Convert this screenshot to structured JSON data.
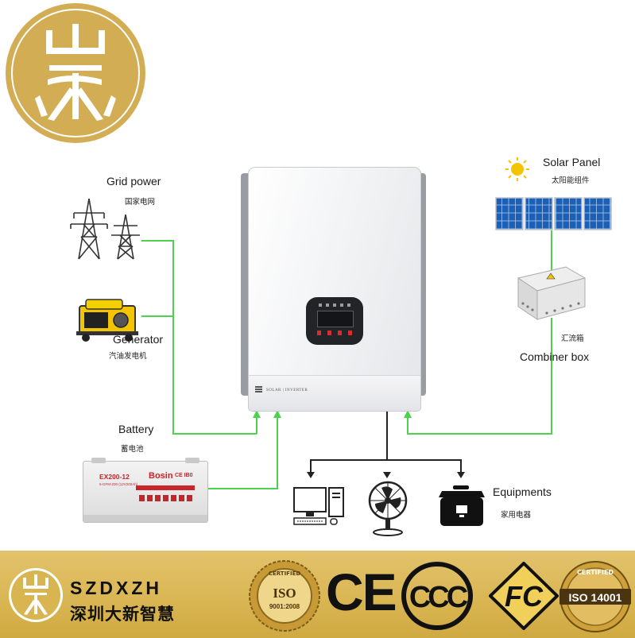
{
  "logo": {
    "color": "#d2ad54",
    "inner": "#ffffff"
  },
  "labels": {
    "grid_en": "Grid power",
    "grid_cn": "国家电网",
    "gen_en": "Generator",
    "gen_cn": "汽油发电机",
    "battery_en": "Battery",
    "battery_cn": "蓄电池",
    "solar_en": "Solar Panel",
    "solar_cn": "太阳能组件",
    "combiner_cn": "汇流箱",
    "combiner_en": "Combiner box",
    "equip_en": "Equipments",
    "equip_cn": "家用电器"
  },
  "inverter": {
    "panel_text": "SOLAR | INVERTER"
  },
  "battery_unit": {
    "model": "EX200-12",
    "brand": "Bosin",
    "marks": "CE IB0",
    "spec": "6-GFM-200 (12V200Ah)"
  },
  "brand": {
    "en": "SZDXZH",
    "cn": "深圳大新智慧"
  },
  "certs": {
    "iso": "ISO",
    "iso_num": "9001:2008",
    "certified": "CERTIFIED",
    "ce": "CE",
    "ccc": "CCC",
    "fc": "FC",
    "iso2": "ISO 14001"
  },
  "colors": {
    "wire": "#4cd24c",
    "gold": "#d9b552",
    "battery_red": "#c6252a"
  }
}
